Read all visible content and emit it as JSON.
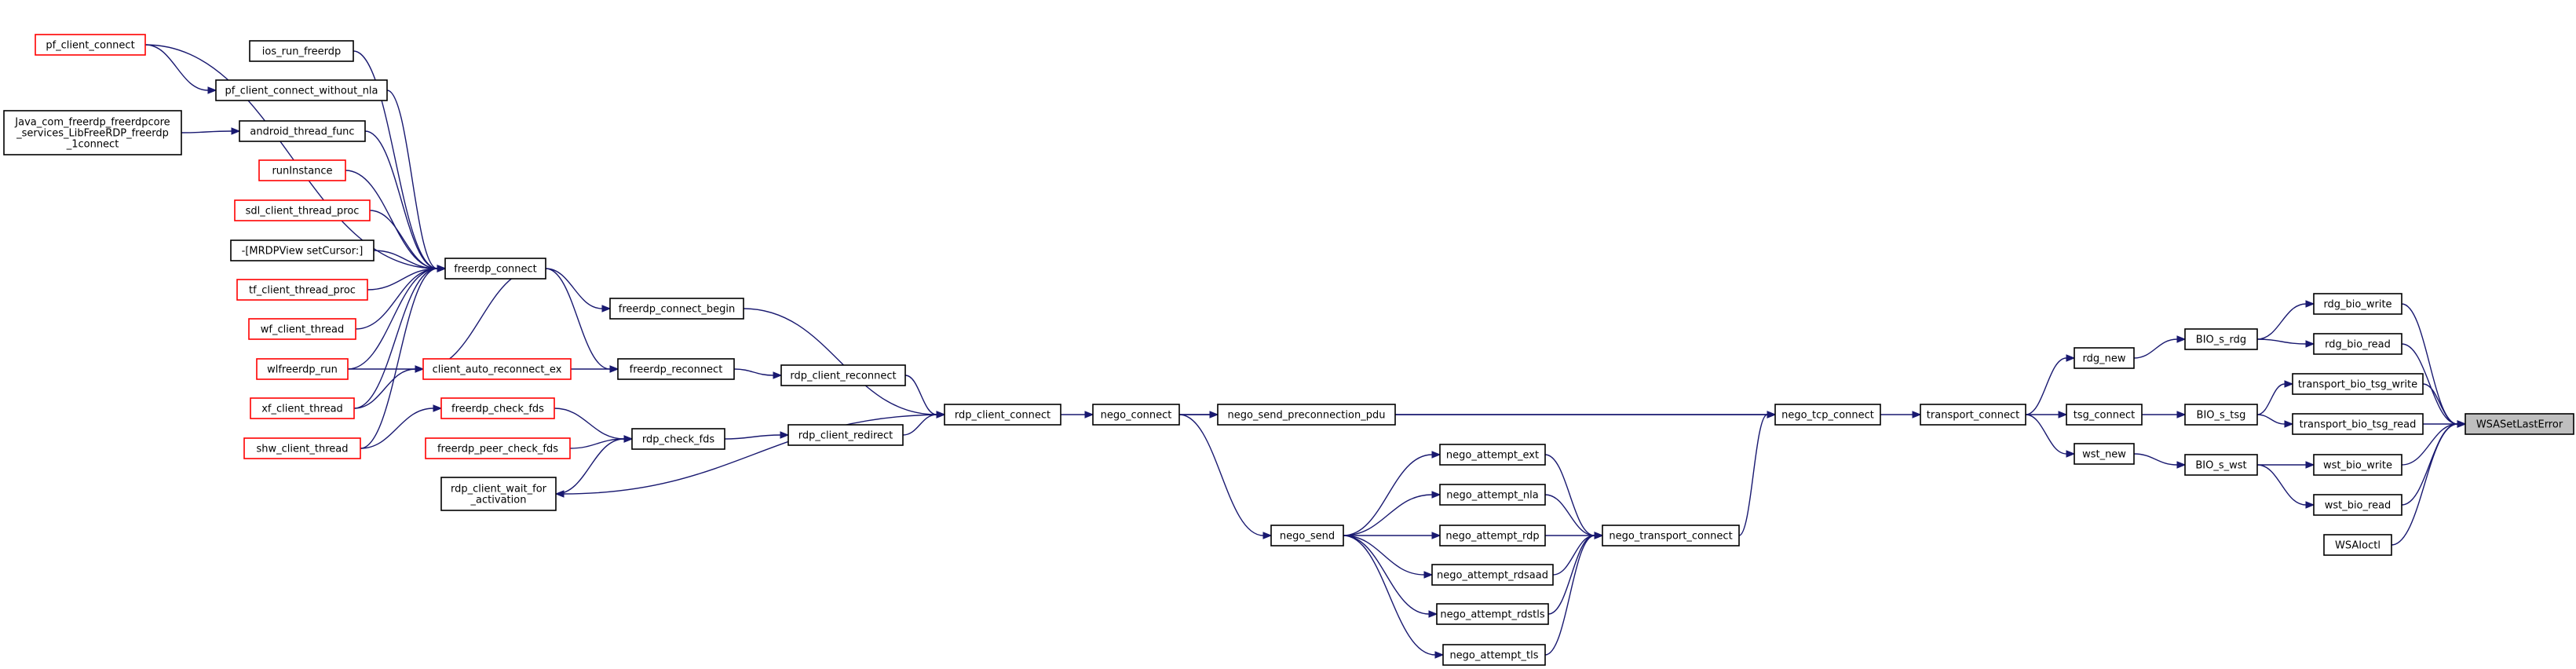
{
  "colors": {
    "edge": "#191970",
    "border_normal": "#000000",
    "border_truncated": "#ff0000",
    "root_fill": "#bfbfbf",
    "fill": "#ffffff"
  },
  "nodes": [
    {
      "id": "n_pf_client_connect",
      "label": "pf_client_connect",
      "kind": "truncated"
    },
    {
      "id": "n_ios_run_freerdp",
      "label": "ios_run_freerdp",
      "kind": "normal"
    },
    {
      "id": "n_pf_client_connect_without_nla",
      "label": "pf_client_connect_without_nla",
      "kind": "normal"
    },
    {
      "id": "n_java_connect",
      "label": "Java_com_freerdp_freerdpcore\n_services_LibFreeRDP_freerdp\n_1connect",
      "kind": "normal"
    },
    {
      "id": "n_android_thread_func",
      "label": "android_thread_func",
      "kind": "normal"
    },
    {
      "id": "n_runInstance",
      "label": "runInstance",
      "kind": "truncated"
    },
    {
      "id": "n_sdl_client_thread_proc",
      "label": "sdl_client_thread_proc",
      "kind": "truncated"
    },
    {
      "id": "n_mrdpview",
      "label": "-[MRDPView setCursor:]",
      "kind": "normal"
    },
    {
      "id": "n_tf_client_thread_proc",
      "label": "tf_client_thread_proc",
      "kind": "truncated"
    },
    {
      "id": "n_wf_client_thread",
      "label": "wf_client_thread",
      "kind": "truncated"
    },
    {
      "id": "n_wlfreerdp_run",
      "label": "wlfreerdp_run",
      "kind": "truncated"
    },
    {
      "id": "n_xf_client_thread",
      "label": "xf_client_thread",
      "kind": "truncated"
    },
    {
      "id": "n_shw_client_thread",
      "label": "shw_client_thread",
      "kind": "truncated"
    },
    {
      "id": "n_freerdp_connect",
      "label": "freerdp_connect",
      "kind": "normal"
    },
    {
      "id": "n_client_auto_reconnect_ex",
      "label": "client_auto_reconnect_ex",
      "kind": "truncated"
    },
    {
      "id": "n_freerdp_check_fds",
      "label": "freerdp_check_fds",
      "kind": "truncated"
    },
    {
      "id": "n_freerdp_peer_check_fds",
      "label": "freerdp_peer_check_fds",
      "kind": "truncated"
    },
    {
      "id": "n_freerdp_connect_begin",
      "label": "freerdp_connect_begin",
      "kind": "normal"
    },
    {
      "id": "n_freerdp_reconnect",
      "label": "freerdp_reconnect",
      "kind": "normal"
    },
    {
      "id": "n_rdp_check_fds",
      "label": "rdp_check_fds",
      "kind": "normal"
    },
    {
      "id": "n_rdp_client_wait_for_activation",
      "label": "rdp_client_wait_for\n_activation",
      "kind": "normal"
    },
    {
      "id": "n_rdp_client_reconnect",
      "label": "rdp_client_reconnect",
      "kind": "normal"
    },
    {
      "id": "n_rdp_client_redirect",
      "label": "rdp_client_redirect",
      "kind": "normal"
    },
    {
      "id": "n_rdp_client_connect",
      "label": "rdp_client_connect",
      "kind": "normal"
    },
    {
      "id": "n_nego_connect",
      "label": "nego_connect",
      "kind": "normal"
    },
    {
      "id": "n_nego_send_preconnection_pdu",
      "label": "nego_send_preconnection_pdu",
      "kind": "normal"
    },
    {
      "id": "n_nego_send",
      "label": "nego_send",
      "kind": "normal"
    },
    {
      "id": "n_nego_attempt_ext",
      "label": "nego_attempt_ext",
      "kind": "normal"
    },
    {
      "id": "n_nego_attempt_nla",
      "label": "nego_attempt_nla",
      "kind": "normal"
    },
    {
      "id": "n_nego_attempt_rdp",
      "label": "nego_attempt_rdp",
      "kind": "normal"
    },
    {
      "id": "n_nego_attempt_rdsaad",
      "label": "nego_attempt_rdsaad",
      "kind": "normal"
    },
    {
      "id": "n_nego_attempt_rdstls",
      "label": "nego_attempt_rdstls",
      "kind": "normal"
    },
    {
      "id": "n_nego_attempt_tls",
      "label": "nego_attempt_tls",
      "kind": "normal"
    },
    {
      "id": "n_nego_transport_connect",
      "label": "nego_transport_connect",
      "kind": "normal"
    },
    {
      "id": "n_nego_tcp_connect",
      "label": "nego_tcp_connect",
      "kind": "normal"
    },
    {
      "id": "n_transport_connect",
      "label": "transport_connect",
      "kind": "normal"
    },
    {
      "id": "n_rdg_new",
      "label": "rdg_new",
      "kind": "normal"
    },
    {
      "id": "n_tsg_connect",
      "label": "tsg_connect",
      "kind": "normal"
    },
    {
      "id": "n_wst_new",
      "label": "wst_new",
      "kind": "normal"
    },
    {
      "id": "n_bio_s_rdg",
      "label": "BIO_s_rdg",
      "kind": "normal"
    },
    {
      "id": "n_bio_s_tsg",
      "label": "BIO_s_tsg",
      "kind": "normal"
    },
    {
      "id": "n_bio_s_wst",
      "label": "BIO_s_wst",
      "kind": "normal"
    },
    {
      "id": "n_rdg_bio_write",
      "label": "rdg_bio_write",
      "kind": "normal"
    },
    {
      "id": "n_rdg_bio_read",
      "label": "rdg_bio_read",
      "kind": "normal"
    },
    {
      "id": "n_transport_bio_tsg_write",
      "label": "transport_bio_tsg_write",
      "kind": "normal"
    },
    {
      "id": "n_transport_bio_tsg_read",
      "label": "transport_bio_tsg_read",
      "kind": "normal"
    },
    {
      "id": "n_wst_bio_write",
      "label": "wst_bio_write",
      "kind": "normal"
    },
    {
      "id": "n_wst_bio_read",
      "label": "wst_bio_read",
      "kind": "normal"
    },
    {
      "id": "n_wsaioctl",
      "label": "WSAIoctl",
      "kind": "normal"
    },
    {
      "id": "n_wsasetlasterror",
      "label": "WSASetLastError",
      "kind": "root"
    }
  ],
  "edges": [
    [
      "n_pf_client_connect",
      "n_pf_client_connect_without_nla"
    ],
    [
      "n_java_connect",
      "n_android_thread_func"
    ],
    [
      "n_pf_client_connect",
      "n_freerdp_connect"
    ],
    [
      "n_ios_run_freerdp",
      "n_freerdp_connect"
    ],
    [
      "n_pf_client_connect_without_nla",
      "n_freerdp_connect"
    ],
    [
      "n_android_thread_func",
      "n_freerdp_connect"
    ],
    [
      "n_runInstance",
      "n_freerdp_connect"
    ],
    [
      "n_sdl_client_thread_proc",
      "n_freerdp_connect"
    ],
    [
      "n_mrdpview",
      "n_freerdp_connect"
    ],
    [
      "n_tf_client_thread_proc",
      "n_freerdp_connect"
    ],
    [
      "n_wf_client_thread",
      "n_freerdp_connect"
    ],
    [
      "n_wlfreerdp_run",
      "n_freerdp_connect"
    ],
    [
      "n_xf_client_thread",
      "n_freerdp_connect"
    ],
    [
      "n_shw_client_thread",
      "n_freerdp_connect"
    ],
    [
      "n_client_auto_reconnect_ex",
      "n_freerdp_connect"
    ],
    [
      "n_wlfreerdp_run",
      "n_client_auto_reconnect_ex"
    ],
    [
      "n_xf_client_thread",
      "n_client_auto_reconnect_ex"
    ],
    [
      "n_shw_client_thread",
      "n_freerdp_check_fds"
    ],
    [
      "n_freerdp_connect",
      "n_freerdp_connect_begin"
    ],
    [
      "n_freerdp_connect",
      "n_freerdp_reconnect"
    ],
    [
      "n_client_auto_reconnect_ex",
      "n_freerdp_reconnect"
    ],
    [
      "n_freerdp_check_fds",
      "n_rdp_check_fds"
    ],
    [
      "n_freerdp_peer_check_fds",
      "n_rdp_check_fds"
    ],
    [
      "n_rdp_client_wait_for_activation",
      "n_rdp_check_fds"
    ],
    [
      "n_freerdp_reconnect",
      "n_rdp_client_reconnect"
    ],
    [
      "n_rdp_check_fds",
      "n_rdp_client_redirect"
    ],
    [
      "n_freerdp_connect_begin",
      "n_rdp_client_connect"
    ],
    [
      "n_rdp_client_reconnect",
      "n_rdp_client_connect"
    ],
    [
      "n_rdp_client_redirect",
      "n_rdp_client_connect"
    ],
    [
      "n_rdp_client_connect",
      "n_rdp_client_wait_for_activation"
    ],
    [
      "n_rdp_client_connect",
      "n_nego_connect"
    ],
    [
      "n_nego_connect",
      "n_nego_send_preconnection_pdu"
    ],
    [
      "n_nego_connect",
      "n_nego_send"
    ],
    [
      "n_nego_connect",
      "n_nego_tcp_connect"
    ],
    [
      "n_nego_send",
      "n_nego_attempt_ext"
    ],
    [
      "n_nego_send",
      "n_nego_attempt_nla"
    ],
    [
      "n_nego_send",
      "n_nego_attempt_rdp"
    ],
    [
      "n_nego_send",
      "n_nego_attempt_rdsaad"
    ],
    [
      "n_nego_send",
      "n_nego_attempt_rdstls"
    ],
    [
      "n_nego_send",
      "n_nego_attempt_tls"
    ],
    [
      "n_nego_attempt_ext",
      "n_nego_transport_connect"
    ],
    [
      "n_nego_attempt_nla",
      "n_nego_transport_connect"
    ],
    [
      "n_nego_attempt_rdp",
      "n_nego_transport_connect"
    ],
    [
      "n_nego_attempt_rdsaad",
      "n_nego_transport_connect"
    ],
    [
      "n_nego_attempt_rdstls",
      "n_nego_transport_connect"
    ],
    [
      "n_nego_attempt_tls",
      "n_nego_transport_connect"
    ],
    [
      "n_nego_send_preconnection_pdu",
      "n_nego_tcp_connect"
    ],
    [
      "n_nego_transport_connect",
      "n_nego_tcp_connect"
    ],
    [
      "n_nego_tcp_connect",
      "n_transport_connect"
    ],
    [
      "n_transport_connect",
      "n_rdg_new"
    ],
    [
      "n_transport_connect",
      "n_tsg_connect"
    ],
    [
      "n_transport_connect",
      "n_wst_new"
    ],
    [
      "n_rdg_new",
      "n_bio_s_rdg"
    ],
    [
      "n_tsg_connect",
      "n_bio_s_tsg"
    ],
    [
      "n_wst_new",
      "n_bio_s_wst"
    ],
    [
      "n_bio_s_rdg",
      "n_rdg_bio_write"
    ],
    [
      "n_bio_s_rdg",
      "n_rdg_bio_read"
    ],
    [
      "n_bio_s_tsg",
      "n_transport_bio_tsg_write"
    ],
    [
      "n_bio_s_tsg",
      "n_transport_bio_tsg_read"
    ],
    [
      "n_bio_s_wst",
      "n_wst_bio_write"
    ],
    [
      "n_bio_s_wst",
      "n_wst_bio_read"
    ],
    [
      "n_rdg_bio_write",
      "n_wsasetlasterror"
    ],
    [
      "n_rdg_bio_read",
      "n_wsasetlasterror"
    ],
    [
      "n_transport_bio_tsg_write",
      "n_wsasetlasterror"
    ],
    [
      "n_transport_bio_tsg_read",
      "n_wsasetlasterror"
    ],
    [
      "n_wst_bio_write",
      "n_wsasetlasterror"
    ],
    [
      "n_wst_bio_read",
      "n_wsasetlasterror"
    ],
    [
      "n_wsaioctl",
      "n_wsasetlasterror"
    ]
  ]
}
